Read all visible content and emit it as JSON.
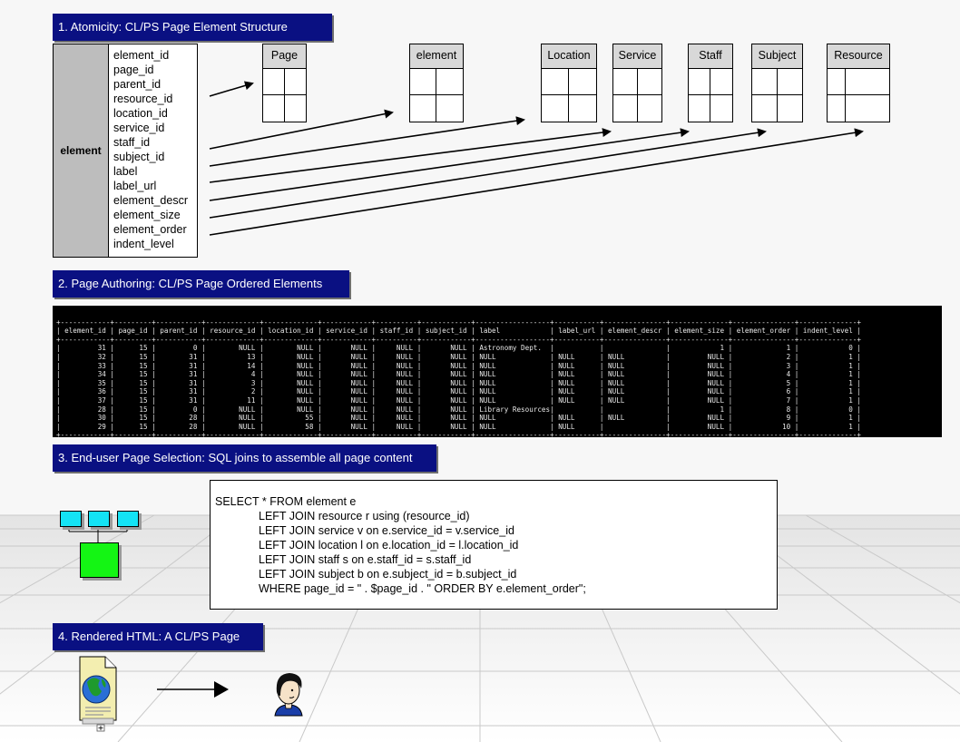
{
  "sections": {
    "s1": "1. Atomicity: CL/PS Page Element Structure",
    "s2": "2.  Page Authoring: CL/PS Page Ordered Elements",
    "s3": "3. End-user Page Selection: SQL joins to assemble all page content",
    "s4": "4. Rendered HTML: A CL/PS Page"
  },
  "element_table": {
    "name": "element",
    "fields": [
      "element_id",
      "page_id",
      "parent_id",
      "resource_id",
      "location_id",
      "service_id",
      "staff_id",
      "subject_id",
      "label",
      "label_url",
      "element_descr",
      "element_size",
      "element_order",
      "indent_level"
    ]
  },
  "linked_tables": [
    "Page",
    "element",
    "Location",
    "Service",
    "Staff",
    "Subject",
    "Resource"
  ],
  "console_lines": [
    "+------------+---------+-----------+-------------+-------------+------------+----------+------------+------------------+-----------+---------------+--------------+---------------+--------------+",
    "| element_id | page_id | parent_id | resource_id | location_id | service_id | staff_id | subject_id | label            | label_url | element_descr | element_size | element_order | indent_level |",
    "+------------+---------+-----------+-------------+-------------+------------+----------+------------+------------------+-----------+---------------+--------------+---------------+--------------+",
    "|         31 |      15 |         0 |        NULL |        NULL |       NULL |     NULL |       NULL | Astronomy Dept.  |           |               |            1 |             1 |            0 |",
    "|         32 |      15 |        31 |          13 |        NULL |       NULL |     NULL |       NULL | NULL             | NULL      | NULL          |         NULL |             2 |            1 |",
    "|         33 |      15 |        31 |          14 |        NULL |       NULL |     NULL |       NULL | NULL             | NULL      | NULL          |         NULL |             3 |            1 |",
    "|         34 |      15 |        31 |           4 |        NULL |       NULL |     NULL |       NULL | NULL             | NULL      | NULL          |         NULL |             4 |            1 |",
    "|         35 |      15 |        31 |           3 |        NULL |       NULL |     NULL |       NULL | NULL             | NULL      | NULL          |         NULL |             5 |            1 |",
    "|         36 |      15 |        31 |           2 |        NULL |       NULL |     NULL |       NULL | NULL             | NULL      | NULL          |         NULL |             6 |            1 |",
    "|         37 |      15 |        31 |          11 |        NULL |       NULL |     NULL |       NULL | NULL             | NULL      | NULL          |         NULL |             7 |            1 |",
    "|         28 |      15 |         0 |        NULL |        NULL |       NULL |     NULL |       NULL | Library Resources|           |               |            1 |             8 |            0 |",
    "|         30 |      15 |        28 |        NULL |          55 |       NULL |     NULL |       NULL | NULL             | NULL      | NULL          |         NULL |             9 |            1 |",
    "|         29 |      15 |        28 |        NULL |          58 |       NULL |     NULL |       NULL | NULL             | NULL      |               |         NULL |            10 |            1 |",
    "+------------+---------+-----------+-------------+-------------+------------+----------+------------+------------------+-----------+---------------+--------------+---------------+--------------+"
  ],
  "sql": {
    "line1": "SELECT * FROM element e",
    "joins": [
      "LEFT JOIN resource r using (resource_id)",
      "LEFT JOIN service v on e.service_id = v.service_id",
      "LEFT JOIN location l on e.location_id = l.location_id",
      "LEFT JOIN staff s on e.staff_id = s.staff_id",
      "LEFT JOIN subject b on e.subject_id = b.subject_id",
      "WHERE page_id = \" . $page_id . \" ORDER BY e.element_order\";"
    ]
  },
  "colors": {
    "header_bg": "#0a1082",
    "console_bg": "#000000",
    "node_cyan": "#14e3f5",
    "node_green": "#14f514"
  },
  "icons": [
    "tree-diagram-icon",
    "html-document-globe-icon",
    "user-avatar-icon"
  ]
}
